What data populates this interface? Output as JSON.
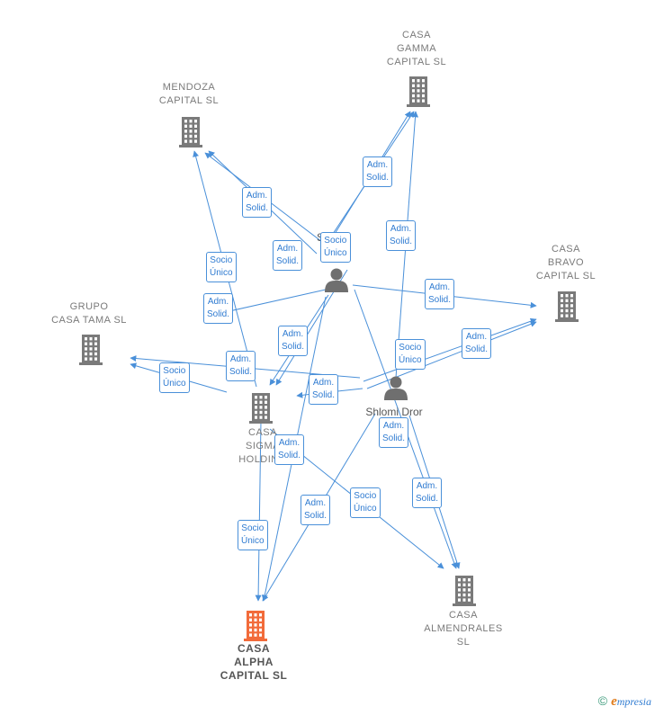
{
  "colors": {
    "edge": "#4a90d9",
    "company": "#7a7a7a",
    "focus_company": "#f26b3a",
    "person": "#6f6f6f",
    "label_text": "#2f7bd1"
  },
  "companies": [
    {
      "id": "mendoza",
      "lines": [
        "MENDOZA",
        "CAPITAL  SL"
      ]
    },
    {
      "id": "gamma",
      "lines": [
        "CASA",
        "GAMMA",
        "CAPITAL  SL"
      ]
    },
    {
      "id": "bravo",
      "lines": [
        "CASA",
        "BRAVO",
        "CAPITAL  SL"
      ]
    },
    {
      "id": "tama",
      "lines": [
        "GRUPO",
        "CASA TAMA  SL"
      ]
    },
    {
      "id": "sigma",
      "lines": [
        "CASA",
        "SIGMA",
        "HOLDING"
      ]
    },
    {
      "id": "almendrales",
      "lines": [
        "CASA",
        "ALMENDRALES",
        "SL"
      ]
    },
    {
      "id": "alpha",
      "lines": [
        "CASA",
        "ALPHA",
        "CAPITAL  SL"
      ],
      "focus": true
    }
  ],
  "persons": [
    {
      "id": "p1",
      "name": "S"
    },
    {
      "id": "p2",
      "name": "Shlomi Dror"
    }
  ],
  "edge_labels": [
    {
      "id": "l1",
      "lines": [
        "Adm.",
        "Solid."
      ]
    },
    {
      "id": "l2",
      "lines": [
        "Adm.",
        "Solid."
      ]
    },
    {
      "id": "l3",
      "lines": [
        "Adm.",
        "Solid."
      ]
    },
    {
      "id": "l4",
      "lines": [
        "Socio",
        "Único"
      ]
    },
    {
      "id": "l5",
      "lines": [
        "Adm.",
        "Solid."
      ]
    },
    {
      "id": "l6",
      "lines": [
        "Socio",
        "Único"
      ]
    },
    {
      "id": "l7",
      "lines": [
        "Adm.",
        "Solid."
      ]
    },
    {
      "id": "l8",
      "lines": [
        "Adm.",
        "Solid."
      ]
    },
    {
      "id": "l9",
      "lines": [
        "Adm.",
        "Solid."
      ]
    },
    {
      "id": "l10",
      "lines": [
        "Socio",
        "Único"
      ]
    },
    {
      "id": "l11",
      "lines": [
        "Adm.",
        "Solid."
      ]
    },
    {
      "id": "l12",
      "lines": [
        "Socio",
        "Único"
      ]
    },
    {
      "id": "l13",
      "lines": [
        "Adm.",
        "Solid."
      ]
    },
    {
      "id": "l14",
      "lines": [
        "Adm.",
        "Solid."
      ]
    },
    {
      "id": "l15",
      "lines": [
        "Adm.",
        "Solid."
      ]
    },
    {
      "id": "l16",
      "lines": [
        "Adm.",
        "Solid."
      ]
    },
    {
      "id": "l17",
      "lines": [
        "Adm.",
        "Solid."
      ]
    },
    {
      "id": "l18",
      "lines": [
        "Socio",
        "Único"
      ]
    },
    {
      "id": "l19",
      "lines": [
        "Adm.",
        "Solid."
      ]
    },
    {
      "id": "l20",
      "lines": [
        "Socio",
        "Único"
      ]
    }
  ],
  "brand": {
    "copyright": "©",
    "initial": "e",
    "rest": "mpresia"
  }
}
